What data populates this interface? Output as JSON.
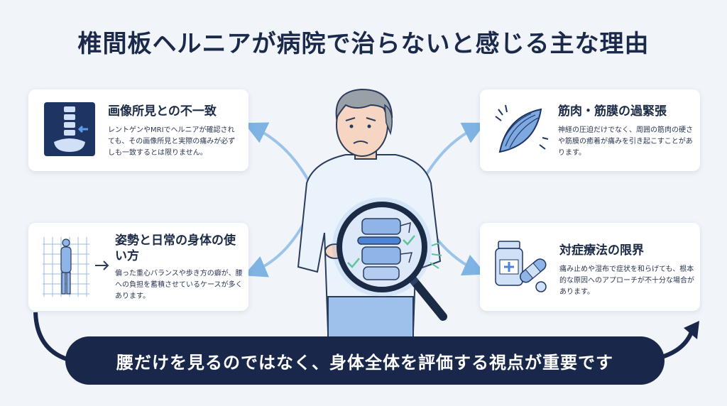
{
  "title": "椎間板ヘルニアが病院で治らないと感じる主な理由",
  "cards": {
    "imaging": {
      "heading": "画像所見との不一致",
      "body": "レントゲンやMRIでヘルニアが確認されても、その画像所見と実際の痛みが必ずしも一致するとは限りません。"
    },
    "posture": {
      "heading": "姿勢と日常の身体の使い方",
      "body": "偏った重心バランスや歩き方の癖が、腰への負担を蓄積させているケースが多くあります。"
    },
    "muscle": {
      "heading": "筋肉・筋膜の過緊張",
      "body": "神経の圧迫だけでなく、周囲の筋肉の硬さや筋膜の癒着が痛みを引き起こすことがあります。"
    },
    "treatment": {
      "heading": "対症療法の限界",
      "body": "痛み止めや湿布で症状を和らげても、根本的な原因へのアプローチが不十分な場合があります。"
    }
  },
  "banner": "腰だけを見るのではなく、身体全体を評価する視点が重要です",
  "icons": [
    "xray-spine-icon",
    "posture-grid-icon",
    "muscle-fiber-icon",
    "medicine-bandage-icon",
    "magnifier-spine-icon"
  ],
  "colors": {
    "navy": "#19284a",
    "accent_blue": "#7fb3e3",
    "background": "#f1f5fa",
    "card": "#ffffff"
  }
}
